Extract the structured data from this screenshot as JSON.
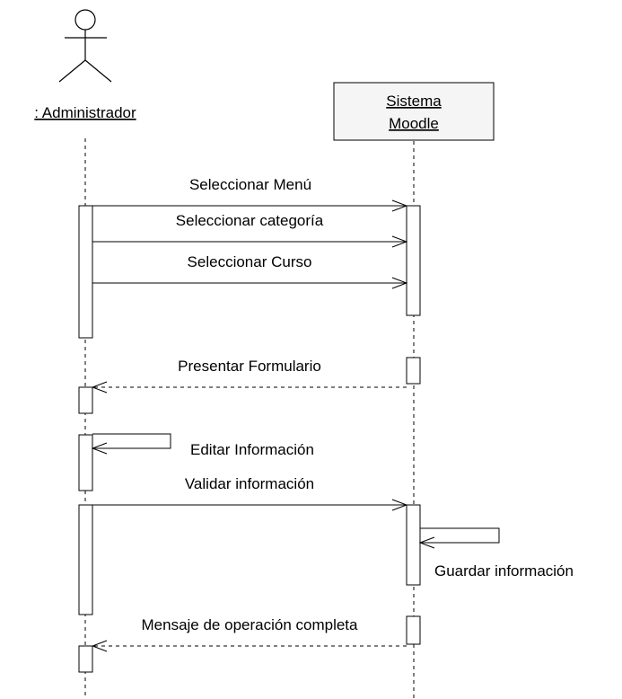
{
  "diagram": {
    "actor": {
      "label": ": Administrador"
    },
    "system": {
      "line1": "Sistema",
      "line2": "Moodle"
    },
    "messages": {
      "seleccionar_menu": "Seleccionar Menú",
      "seleccionar_categoria": "Seleccionar categoría",
      "seleccionar_curso": "Seleccionar Curso",
      "presentar_formulario": "Presentar Formulario",
      "editar_informacion": "Editar Información",
      "validar_informacion": "Validar información",
      "guardar_informacion": "Guardar información",
      "mensaje_operacion": "Mensaje de operación completa"
    }
  }
}
